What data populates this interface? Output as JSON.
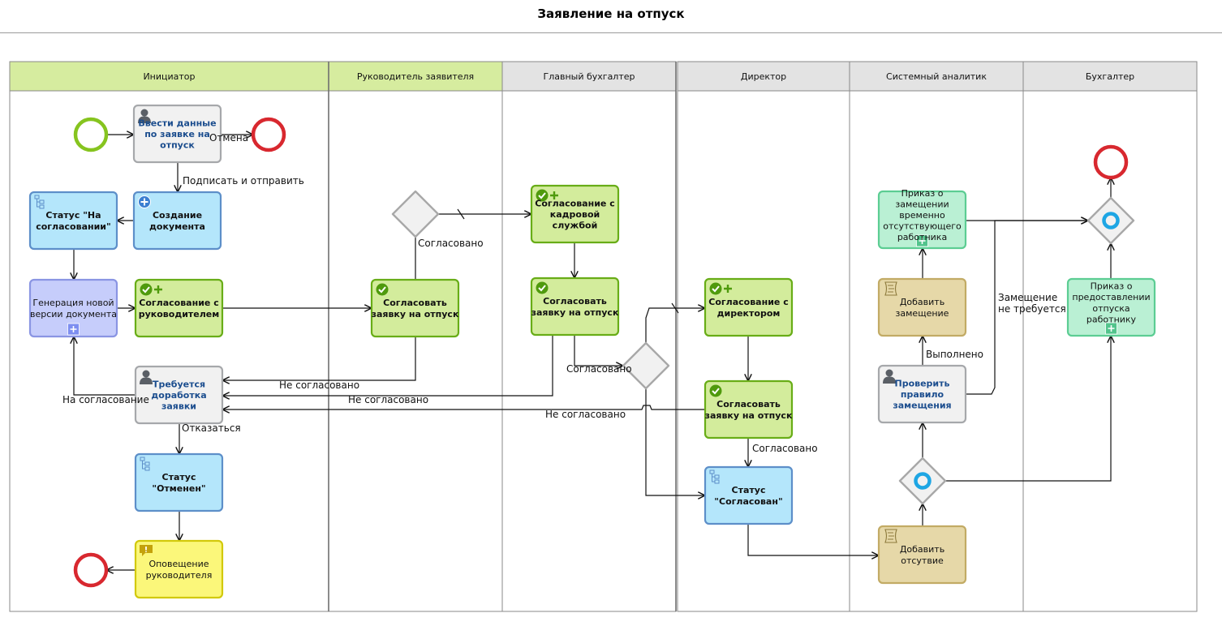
{
  "title": "Заявление на отпуск",
  "colors": {
    "header_green": "#d6ec9f",
    "header_grey": "#e3e3e3",
    "task_grey": "#f1f1f1",
    "task_blue": "#b4e6fb",
    "task_purple": "#c6cdfb",
    "task_green": "#d3ec9c",
    "task_yellow": "#fbf77a",
    "task_tan": "#e6d8a8",
    "task_mint": "#baf0d4",
    "start_event": "#86c41f",
    "end_event": "#d8282f",
    "gateway_marker": "#1ea6e4",
    "user_task_text": "#1b4d8e"
  },
  "lanes": [
    {
      "id": "initiator",
      "label": "Инициатор"
    },
    {
      "id": "manager",
      "label": "Руководитель заявителя"
    },
    {
      "id": "chief_accountant",
      "label": "Главный бухгалтер"
    },
    {
      "id": "director",
      "label": "Директор"
    },
    {
      "id": "system_analyst",
      "label": "Системный аналитик"
    },
    {
      "id": "accountant",
      "label": "Бухгалтер"
    }
  ],
  "nodes": [
    {
      "id": "start",
      "kind": "start",
      "lane": "initiator"
    },
    {
      "id": "end1",
      "kind": "end",
      "lane": "initiator"
    },
    {
      "id": "end2",
      "kind": "end",
      "lane": "initiator"
    },
    {
      "id": "end3",
      "kind": "end",
      "lane": "accountant"
    },
    {
      "id": "t_enter",
      "kind": "task",
      "style": "user",
      "icon": "user-icon",
      "lane": "initiator",
      "lines": [
        "Ввести данные",
        "по заявке на",
        "отпуск"
      ]
    },
    {
      "id": "t_create",
      "kind": "task",
      "style": "blue",
      "icon": "add-circle-icon",
      "lane": "initiator",
      "lines": [
        "Создание",
        "документа"
      ]
    },
    {
      "id": "t_status1",
      "kind": "task",
      "style": "blue",
      "icon": "tree-icon",
      "lane": "initiator",
      "lines": [
        "Статус \"На",
        "согласовании\""
      ]
    },
    {
      "id": "t_gen",
      "kind": "task",
      "style": "purple",
      "icon": "subprocess-plus-icon",
      "lane": "initiator",
      "lines": [
        "Генерация новой",
        "версии документа"
      ]
    },
    {
      "id": "t_appr_mgr",
      "kind": "task",
      "style": "green",
      "icon": "approve-plus-icon",
      "lane": "initiator",
      "lines": [
        "Согласование с",
        "руководителем"
      ]
    },
    {
      "id": "t_rework",
      "kind": "task",
      "style": "user",
      "icon": "user-icon",
      "lane": "initiator",
      "lines": [
        "Требуется",
        "доработка",
        "заявки"
      ]
    },
    {
      "id": "t_cancel",
      "kind": "task",
      "style": "blue",
      "icon": "tree-icon",
      "lane": "initiator",
      "lines": [
        "Статус",
        "\"Отменен\""
      ]
    },
    {
      "id": "t_notify",
      "kind": "task",
      "style": "yellow",
      "icon": "alert-icon",
      "lane": "initiator",
      "lines": [
        "Оповещение",
        "руководителя"
      ]
    },
    {
      "id": "gw1",
      "kind": "gateway",
      "marker": "none",
      "lane": "manager"
    },
    {
      "id": "t_mgr_appr",
      "kind": "task",
      "style": "green",
      "icon": "approve-icon",
      "lane": "manager",
      "lines": [
        "Согласовать",
        "заявку на отпуск"
      ]
    },
    {
      "id": "t_hr",
      "kind": "task",
      "style": "green",
      "icon": "approve-plus-icon",
      "lane": "chief_accountant",
      "lines": [
        "Согласование с",
        "кадровой",
        "службой"
      ]
    },
    {
      "id": "t_ca_appr",
      "kind": "task",
      "style": "green",
      "icon": "approve-icon",
      "lane": "chief_accountant",
      "lines": [
        "Согласовать",
        "заявку на отпуск"
      ]
    },
    {
      "id": "gw2",
      "kind": "gateway",
      "marker": "none",
      "lane": "chief_accountant"
    },
    {
      "id": "t_appr_dir",
      "kind": "task",
      "style": "green",
      "icon": "approve-plus-icon",
      "lane": "director",
      "lines": [
        "Согласование с",
        "директором"
      ]
    },
    {
      "id": "t_dir_appr",
      "kind": "task",
      "style": "green",
      "icon": "approve-icon",
      "lane": "director",
      "lines": [
        "Согласовать",
        "заявку на отпуск"
      ]
    },
    {
      "id": "t_status2",
      "kind": "task",
      "style": "blue",
      "icon": "tree-icon",
      "lane": "director",
      "lines": [
        "Статус",
        "\"Согласован\""
      ]
    },
    {
      "id": "t_order_temp",
      "kind": "task",
      "style": "mint",
      "icon": "subprocess-plus-icon",
      "lane": "system_analyst",
      "lines": [
        "Приказ о",
        "замещении",
        "временно",
        "отсутствующего",
        "работника"
      ]
    },
    {
      "id": "t_add_repl",
      "kind": "task",
      "style": "tan",
      "icon": "script-icon",
      "lane": "system_analyst",
      "lines": [
        "Добавить",
        "замещение"
      ]
    },
    {
      "id": "t_check",
      "kind": "task",
      "style": "user",
      "icon": "user-icon",
      "lane": "system_analyst",
      "lines": [
        "Проверить",
        "правило",
        "замещения"
      ]
    },
    {
      "id": "gw3",
      "kind": "gateway",
      "marker": "circle",
      "lane": "system_analyst"
    },
    {
      "id": "t_add_abs",
      "kind": "task",
      "style": "tan",
      "icon": "script-icon",
      "lane": "system_analyst",
      "lines": [
        "Добавить",
        "отсутвие"
      ]
    },
    {
      "id": "gw4",
      "kind": "gateway",
      "marker": "circle",
      "lane": "accountant"
    },
    {
      "id": "t_order_vac",
      "kind": "task",
      "style": "mint",
      "icon": "subprocess-plus-icon",
      "lane": "accountant",
      "lines": [
        "Приказ о",
        "предоставлении",
        "отпуска",
        "работнику"
      ]
    }
  ],
  "edges": [
    {
      "id": "e1",
      "from": "start",
      "to": "t_enter"
    },
    {
      "id": "e2",
      "from": "t_enter",
      "to": "end1",
      "label": "Отмена"
    },
    {
      "id": "e3",
      "from": "t_enter",
      "to": "t_create",
      "label": "Подписать и отправить"
    },
    {
      "id": "e4",
      "from": "t_create",
      "to": "t_status1"
    },
    {
      "id": "e5",
      "from": "t_status1",
      "to": "t_gen"
    },
    {
      "id": "e6",
      "from": "t_gen",
      "to": "t_appr_mgr"
    },
    {
      "id": "e7",
      "from": "t_appr_mgr",
      "to": "t_mgr_appr"
    },
    {
      "id": "e8",
      "from": "t_mgr_appr",
      "to": "gw1",
      "label": "Согласовано"
    },
    {
      "id": "e9",
      "from": "gw1",
      "to": "t_hr"
    },
    {
      "id": "e10",
      "from": "t_hr",
      "to": "t_ca_appr"
    },
    {
      "id": "e11",
      "from": "t_ca_appr",
      "to": "gw2",
      "label": "Согласовано"
    },
    {
      "id": "e12",
      "from": "gw2",
      "to": "t_appr_dir"
    },
    {
      "id": "e13",
      "from": "gw2",
      "to": "t_status2"
    },
    {
      "id": "e14",
      "from": "t_appr_dir",
      "to": "t_dir_appr"
    },
    {
      "id": "e15",
      "from": "t_dir_appr",
      "to": "t_status2",
      "label": "Согласовано"
    },
    {
      "id": "e16",
      "from": "t_mgr_appr",
      "to": "t_rework",
      "label": "Не согласовано"
    },
    {
      "id": "e17",
      "from": "t_ca_appr",
      "to": "t_rework",
      "label": "Не согласовано"
    },
    {
      "id": "e18",
      "from": "t_dir_appr",
      "to": "t_rework",
      "label": "Не согласовано"
    },
    {
      "id": "e19",
      "from": "t_rework",
      "to": "t_gen",
      "label": "На согласование"
    },
    {
      "id": "e20",
      "from": "t_rework",
      "to": "t_cancel",
      "label": "Отказаться"
    },
    {
      "id": "e21",
      "from": "t_cancel",
      "to": "t_notify"
    },
    {
      "id": "e22",
      "from": "t_notify",
      "to": "end2"
    },
    {
      "id": "e23",
      "from": "t_status2",
      "to": "t_add_abs"
    },
    {
      "id": "e24",
      "from": "t_add_abs",
      "to": "gw3"
    },
    {
      "id": "e25",
      "from": "gw3",
      "to": "t_check"
    },
    {
      "id": "e26",
      "from": "gw3",
      "to": "t_order_vac"
    },
    {
      "id": "e27",
      "from": "t_check",
      "to": "t_add_repl",
      "label": "Выполнено"
    },
    {
      "id": "e28",
      "from": "t_check",
      "to": "gw4",
      "label": "Замещение не требуется",
      "lines": [
        "Замещение",
        "не требуется"
      ]
    },
    {
      "id": "e29",
      "from": "t_add_repl",
      "to": "t_order_temp"
    },
    {
      "id": "e30",
      "from": "t_order_temp",
      "to": "gw4"
    },
    {
      "id": "e31",
      "from": "t_order_vac",
      "to": "gw4"
    },
    {
      "id": "e32",
      "from": "gw4",
      "to": "end3"
    }
  ]
}
